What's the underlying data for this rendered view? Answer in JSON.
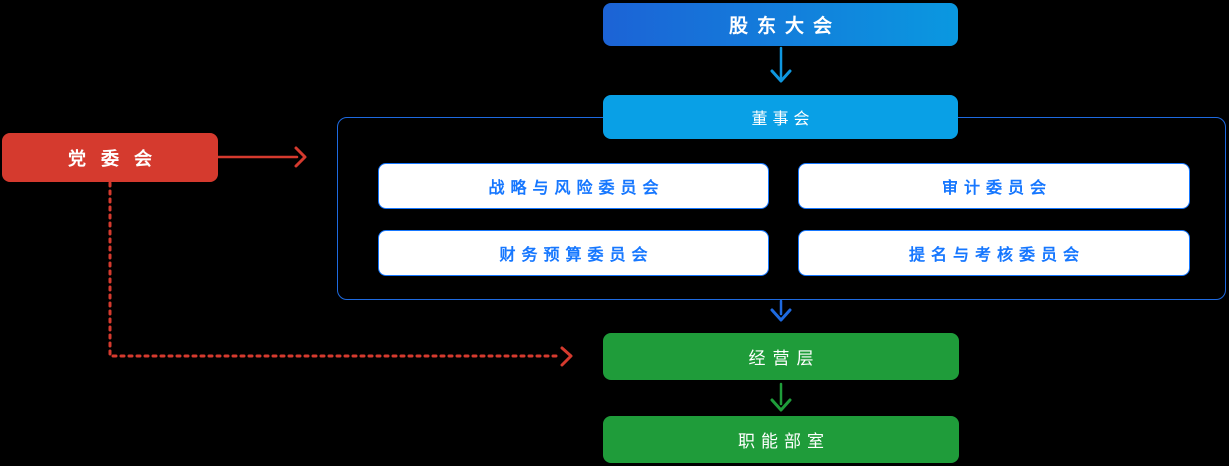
{
  "diagram": {
    "type": "org-chart",
    "nodes": {
      "shareholders": {
        "label": "股东大会"
      },
      "board": {
        "label": "董事会"
      },
      "committees": [
        {
          "label": "战略与风险委员会"
        },
        {
          "label": "审计委员会"
        },
        {
          "label": "财务预算委员会"
        },
        {
          "label": "提名与考核委员会"
        }
      ],
      "party": {
        "label": "党委会"
      },
      "management": {
        "label": "经营层"
      },
      "departments": {
        "label": "职能部室"
      }
    },
    "edges": [
      {
        "from": "股东大会",
        "to": "董事会",
        "style": "solid",
        "color": "light-blue"
      },
      {
        "from": "董事会",
        "to": "经营层",
        "style": "solid",
        "color": "blue"
      },
      {
        "from": "经营层",
        "to": "职能部室",
        "style": "solid",
        "color": "green"
      },
      {
        "from": "党委会",
        "to": "董事会(容器)",
        "style": "solid",
        "color": "red"
      },
      {
        "from": "党委会",
        "to": "经营层",
        "style": "dotted",
        "color": "red"
      }
    ]
  },
  "colors": {
    "background": "#000000",
    "blue_gradient_start": "#1c63d6",
    "blue_gradient_end": "#0a98e0",
    "board_blue": "#09a0e6",
    "container_border": "#1e6ae0",
    "committee_blue": "#1677ff",
    "arrow_light_blue": "#0f97e0",
    "red": "#d53a2e",
    "green": "#1f9c3a"
  }
}
